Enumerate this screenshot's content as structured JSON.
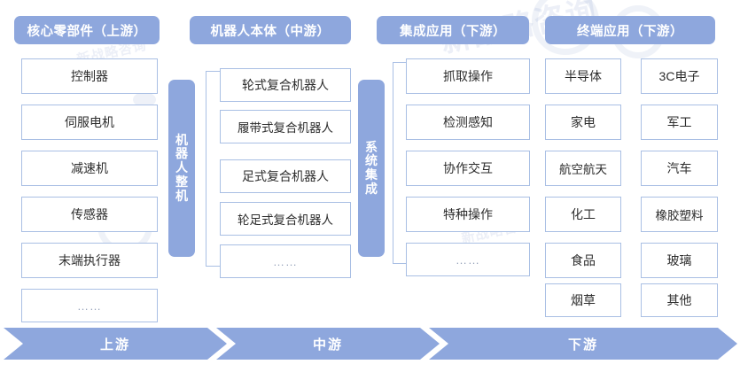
{
  "diagram": {
    "title_semantic": "robot-industry-chain",
    "colors": {
      "accent": "#8ea7dd",
      "box_border": "#a9bfe4",
      "text": "#2d2d2d",
      "background": "#ffffff"
    },
    "watermark": {
      "text_1": "新战略咨询",
      "text_2": "新战略咨询",
      "text_3": "新战略咨询"
    },
    "columns": [
      {
        "id": "upstream-core-components",
        "header": "核心零部件（上游）",
        "items": [
          "控制器",
          "伺服电机",
          "减速机",
          "传感器",
          "末端执行器",
          "……"
        ]
      },
      {
        "id": "midstream-robot-body",
        "header": "机器人本体（中游）",
        "vertical_label": "机器人整机",
        "items": [
          "轮式复合机器人",
          "履带式复合机器人",
          "足式复合机器人",
          "轮足式复合机器人",
          "……"
        ]
      },
      {
        "id": "downstream-integrated-application",
        "header": "集成应用（下游）",
        "vertical_label": "系统集成",
        "items": [
          "抓取操作",
          "检测感知",
          "协作交互",
          "特种操作",
          "……"
        ]
      },
      {
        "id": "downstream-terminal-application",
        "header": "终端应用（下游）",
        "items_left": [
          "半导体",
          "家电",
          "航空航天",
          "化工",
          "食品",
          "烟草"
        ],
        "items_right": [
          "3C电子",
          "军工",
          "汽车",
          "橡胶塑料",
          "玻璃",
          "其他"
        ]
      }
    ],
    "ribbon": {
      "segments": [
        "上游",
        "中游",
        "下游"
      ]
    }
  }
}
